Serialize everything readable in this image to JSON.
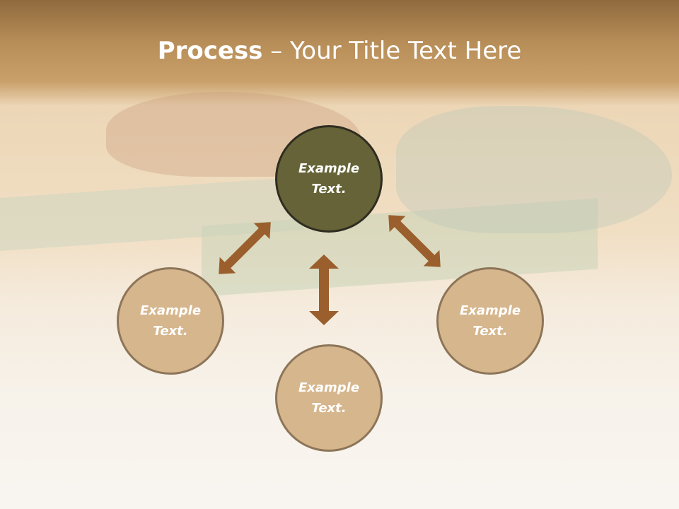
{
  "slide": {
    "title_bold": "Process",
    "title_rest": " – Your Title Text Here"
  },
  "nodes": {
    "top": "Example Text.",
    "left": "Example Text.",
    "bottom": "Example Text.",
    "right": "Example Text."
  },
  "colors": {
    "accent_dark": "#656337",
    "node_fill": "#d6b68d",
    "arrow": "#9a5f2d"
  }
}
